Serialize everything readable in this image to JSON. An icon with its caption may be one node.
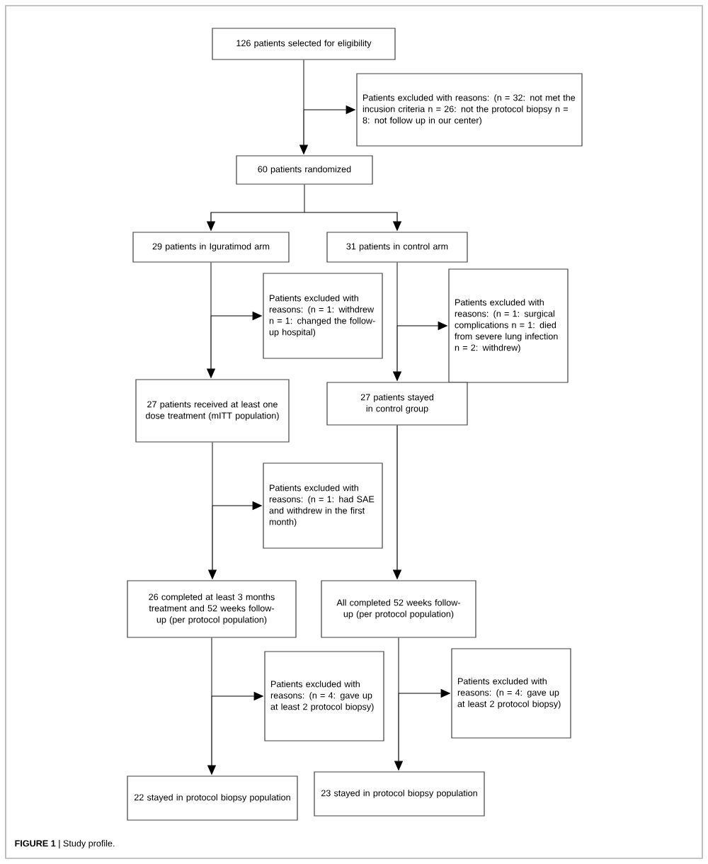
{
  "diagram": {
    "caption": "**FIGURE 1** | Study profile.",
    "nodes": [
      {
        "text": [
          "126 patients selected for eligibility"
        ]
      },
      {
        "text": [
          "Patients excluded with reasons: (n = 32: not met the incusion criteria n = 26: not the protocol biopsy n = 8: not follow up in our center)"
        ]
      },
      {
        "text": [
          "60 patients randomized"
        ]
      },
      {
        "text": [
          "29 patients in Iguratimod arm"
        ]
      },
      {
        "text": [
          "31 patients in control arm"
        ]
      },
      {
        "text": [
          "Patients excluded with reasons: (n = 1: withdrew n = 1: changed the follow-up hospital)"
        ]
      },
      {
        "text": [
          "Patients excluded with reasons: (n = 1: surgical complications n = 1: died from severe lung infection n = 2: withdrew)"
        ]
      },
      {
        "text": [
          "27 patients received at least one dose treatment (mITT population)"
        ]
      },
      {
        "text": [
          "27 patients stayed in control group"
        ]
      },
      {
        "text": [
          "Patients excluded with reasons: (n = 1: had SAE and withdrew in the first month)"
        ]
      },
      {
        "text": [
          "26 completed at least 3 months treatment and 52 weeks follow-up (per protocol population)"
        ]
      },
      {
        "text": [
          "All completed 52 weeks follow-up (per protocol population)"
        ]
      },
      {
        "text": [
          "Patients excluded with reasons: (n = 4: gave up at least 2 protocol biopsy)"
        ]
      },
      {
        "text": [
          "Patients excluded with reasons: (n = 4: gave up at least 2 protocol biopsy)"
        ]
      },
      {
        "text": [
          "22 stayed in protocol biopsy population"
        ]
      },
      {
        "text": [
          "23 stayed in protocol biopsy population"
        ]
      }
    ],
    "edges": [
      {
        "from": 0,
        "to": 2,
        "arrow": "to"
      },
      {
        "from": 0,
        "to": 1,
        "arrow": "to"
      },
      {
        "from": 2,
        "to": 3,
        "arrow": "to"
      },
      {
        "from": 2,
        "to": 4,
        "arrow": "to"
      },
      {
        "from": 3,
        "to": 7,
        "arrow": "to"
      },
      {
        "from": 3,
        "to": 5,
        "arrow": "to"
      },
      {
        "from": 4,
        "to": 8,
        "arrow": "to"
      },
      {
        "from": 4,
        "to": 6,
        "arrow": "to"
      },
      {
        "from": 7,
        "to": 10,
        "arrow": "to"
      },
      {
        "from": 7,
        "to": 9,
        "arrow": "to"
      },
      {
        "from": 8,
        "to": 11,
        "arrow": "to"
      },
      {
        "from": 10,
        "to": 14,
        "arrow": "to"
      },
      {
        "from": 10,
        "to": 12,
        "arrow": "to"
      },
      {
        "from": 11,
        "to": 15,
        "arrow": "to"
      },
      {
        "from": 11,
        "to": 13,
        "arrow": "to"
      }
    ]
  }
}
